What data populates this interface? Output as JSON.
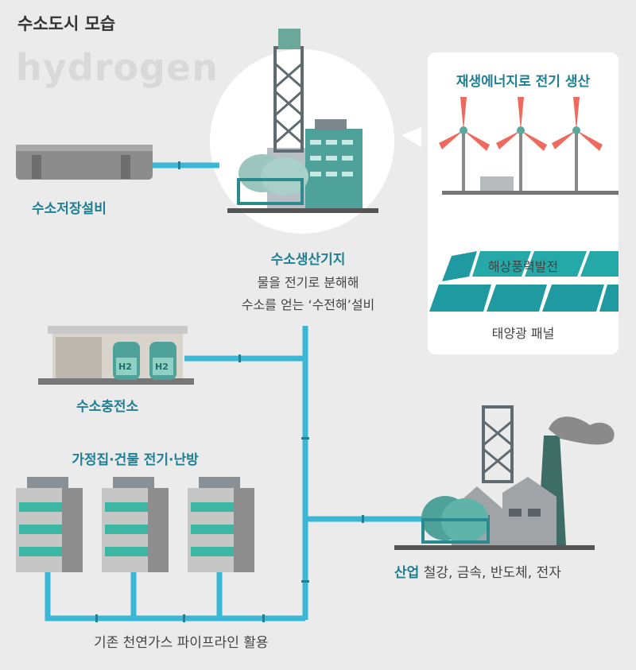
{
  "header": {
    "title": "수소도시 모습",
    "subtitle": "hydrogen"
  },
  "hub": {
    "name": "수소생산기지",
    "desc_line1": "물을 전기로 분해해",
    "desc_line2": "수소를 얻는 ‘수전해’설비"
  },
  "storage": {
    "label": "수소저장설비"
  },
  "station": {
    "label": "수소충전소",
    "tank_text": "H2"
  },
  "homes": {
    "label": "가정집·건물 전기·난방"
  },
  "industry": {
    "name": "산업",
    "detail": "철강, 금속, 반도체, 전자"
  },
  "pipeline": {
    "label": "기존 천연가스 파이프라인 활용"
  },
  "renewables": {
    "title": "재생에너지로 전기 생산",
    "wind_label": "해상풍력발전",
    "solar_label": "태양광 패널"
  },
  "colors": {
    "pipe": "#3bb7d6",
    "accent": "#1f7f93",
    "turbine": "#ef6a5e",
    "panel": "#1f9aa0"
  }
}
